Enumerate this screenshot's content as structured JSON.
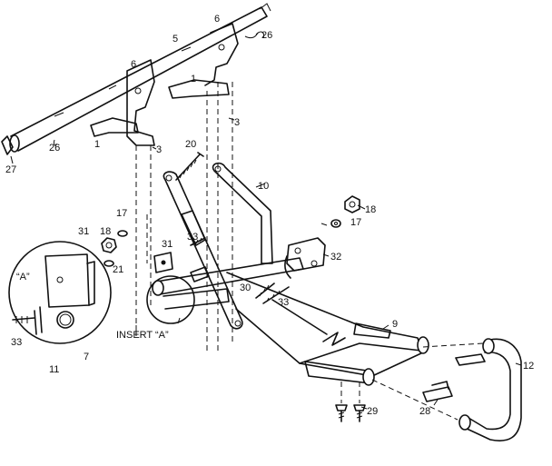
{
  "labels": {
    "p1a": "1",
    "p1b": "1",
    "p3a": "3",
    "p3b": "3",
    "p5": "5",
    "p6a": "6",
    "p6b": "6",
    "p7": "7",
    "p9": "9",
    "p10": "10",
    "p11": "11",
    "p12": "12",
    "p17a": "17",
    "p17b": "17",
    "p18a": "18",
    "p18b": "18",
    "p20": "20",
    "p21": "21",
    "p26a": "26",
    "p26b": "26",
    "p27": "27",
    "p28": "28",
    "p29": "29",
    "p30": "30",
    "p31a": "31",
    "p31b": "31",
    "p32": "32",
    "p33a": "33",
    "p33b": "33",
    "p33c": "33",
    "insert_a": "INSERT “A”",
    "detail_a": "“A”"
  }
}
